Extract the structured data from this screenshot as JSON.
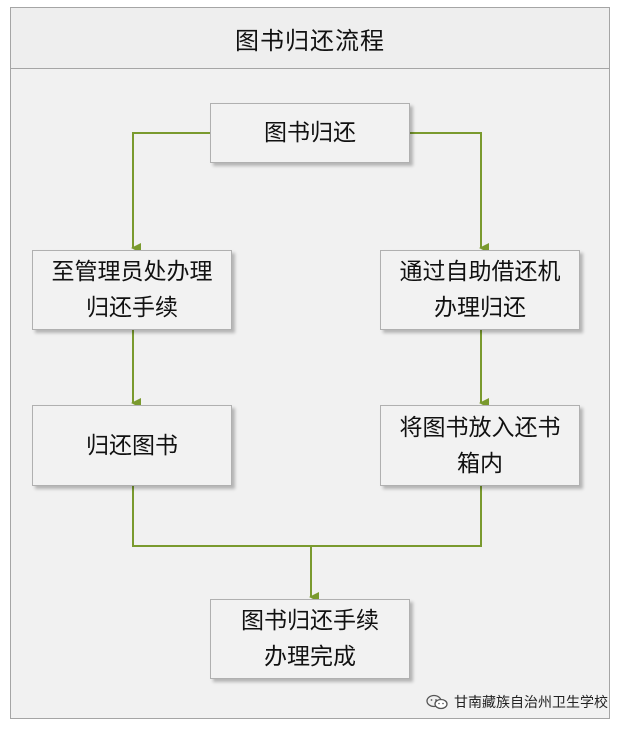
{
  "header": {
    "title": "图书归还流程"
  },
  "nodes": {
    "start": {
      "lines": [
        "图书归还"
      ]
    },
    "left1": {
      "lines": [
        "至管理员处办理",
        "归还手续"
      ]
    },
    "right1": {
      "lines": [
        "通过自助借还机",
        "办理归还"
      ]
    },
    "left2": {
      "lines": [
        "归还图书"
      ]
    },
    "right2": {
      "lines": [
        "将图书放入还书",
        "箱内"
      ]
    },
    "end": {
      "lines": [
        "图书归还手续",
        "办理完成"
      ]
    }
  },
  "watermark": {
    "text": "甘南藏族自治州卫生学校"
  },
  "colors": {
    "connector": "#7a9a2e",
    "box_fill": "#f2f2f2",
    "box_border": "#b0b0b0"
  }
}
